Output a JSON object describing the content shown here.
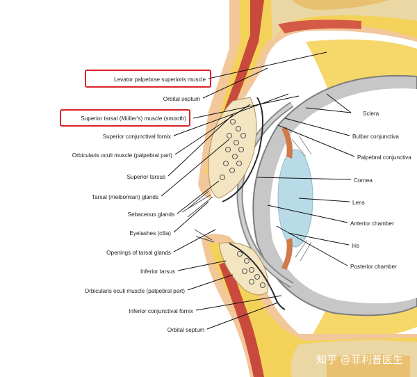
{
  "labels_left": [
    "Levator palpebrae superioris muscle",
    "Orbital septum",
    "Superior tarsal (Müller's) muscle (smooth)",
    "Superior conjunctival fornix",
    "Orbicularis oculi muscle (palpebral part)",
    "Superior tarsus",
    "Tarsal (meibomian) glands",
    "Sebaceous glands",
    "Eyelashes (cilia)",
    "Openings of tarsal glands",
    "Inferior tarsus",
    "Orbicularis oculi muscle (palpebral part)",
    "Inferior conjunctival fornix",
    "Orbital septum"
  ],
  "labels_right": [
    "Sclera",
    "Bulbar conjunctiva",
    "Palpebral conjunctiva",
    "Cornea",
    "Lens",
    "Anterior chamber",
    "Iris",
    "Posterior chamber"
  ],
  "highlighted_labels": [
    "Levator palpebrae superioris muscle",
    "Superior tarsal (Müller's) muscle (smooth)"
  ],
  "highlight_color": "#d8232a",
  "watermark": "知乎 @菲利普医生"
}
